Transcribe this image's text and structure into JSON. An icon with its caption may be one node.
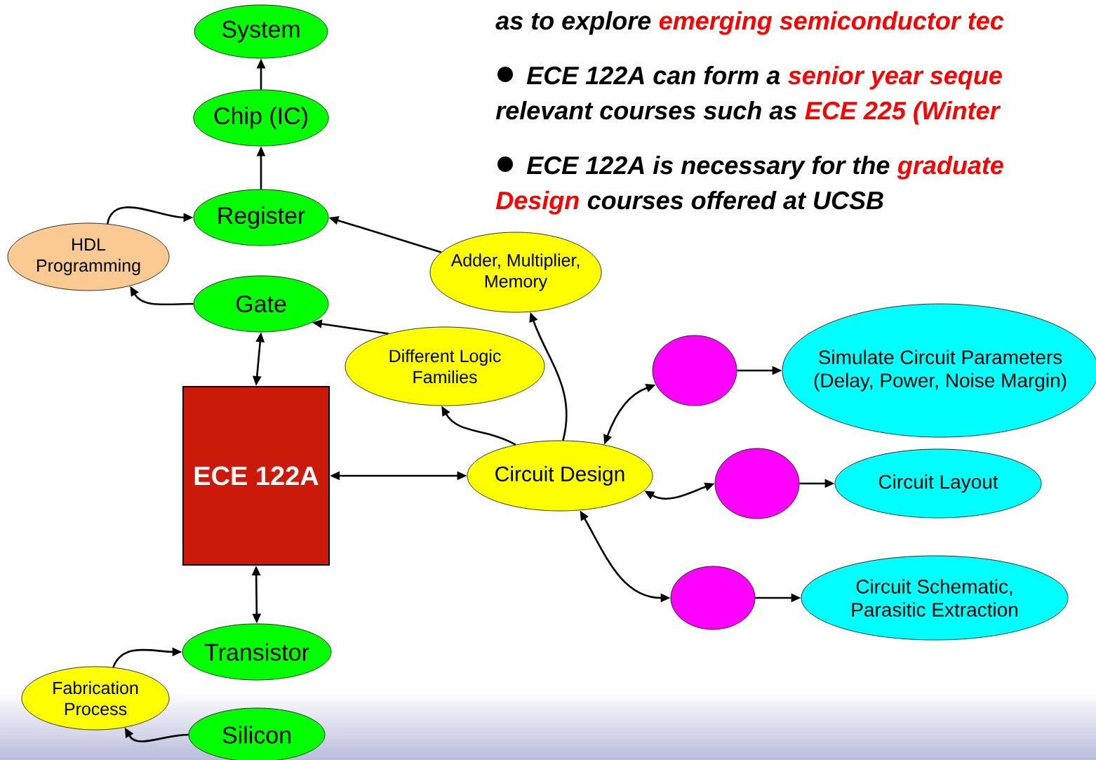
{
  "diagram": {
    "nodes": [
      {
        "text": [
          "System"
        ]
      },
      {
        "text": [
          "Chip (IC)"
        ]
      },
      {
        "text": [
          "Register"
        ]
      },
      {
        "text": [
          "HDL Programming"
        ]
      },
      {
        "text": [
          "Gate"
        ]
      },
      {
        "text": [
          "Adder, Multiplier, Memory"
        ]
      },
      {
        "text": [
          "Different Logic Families"
        ]
      },
      {
        "text": [
          "ECE 122A"
        ]
      },
      {
        "text": [
          "Circuit Design"
        ]
      },
      {
        "text": [],
        "shape": "circle"
      },
      {
        "text": [
          "Simulate Circuit Parameters (Delay, Power, Noise Margin)"
        ]
      },
      {
        "text": [],
        "shape": "circle"
      },
      {
        "text": [
          "Circuit Layout"
        ]
      },
      {
        "text": [],
        "shape": "circle"
      },
      {
        "text": [
          "Circuit Schematic, Parasitic Extraction"
        ]
      },
      {
        "text": [
          "Transistor"
        ]
      },
      {
        "text": [
          "Fabrication Process"
        ]
      },
      {
        "text": [
          "Silicon"
        ]
      }
    ],
    "edges": [
      {
        "from": 1,
        "to": 0,
        "arrow": "to"
      },
      {
        "from": 2,
        "to": 1,
        "arrow": "to"
      },
      {
        "from": 3,
        "to": 2,
        "arrow": "to"
      },
      {
        "from": 4,
        "to": 3,
        "arrow": "to"
      },
      {
        "from": 5,
        "to": 2,
        "arrow": "to"
      },
      {
        "from": 6,
        "to": 4,
        "arrow": "to"
      },
      {
        "from": 4,
        "to": 7,
        "arrow": "both"
      },
      {
        "from": 7,
        "to": 15,
        "arrow": "both"
      },
      {
        "from": 7,
        "to": 8,
        "arrow": "both"
      },
      {
        "from": 8,
        "to": 6,
        "arrow": "to"
      },
      {
        "from": 8,
        "to": 5,
        "arrow": "to"
      },
      {
        "from": 8,
        "to": 9,
        "arrow": "both"
      },
      {
        "from": 8,
        "to": 11,
        "arrow": "both"
      },
      {
        "from": 8,
        "to": 13,
        "arrow": "both"
      },
      {
        "from": 9,
        "to": 10,
        "arrow": "to"
      },
      {
        "from": 11,
        "to": 12,
        "arrow": "to"
      },
      {
        "from": 13,
        "to": 14,
        "arrow": "to"
      },
      {
        "from": 16,
        "to": 15,
        "arrow": "to"
      },
      {
        "from": 17,
        "to": 16,
        "arrow": "to"
      }
    ],
    "labels": [
      "as to explore",
      "emerging semiconductor tec",
      "ECE 122A can form a",
      "senior year seque",
      "relevant courses such as",
      "ECE 225 (Winter",
      "ECE 122A is necessary for the",
      "graduate",
      "Design",
      "courses offered at UCSB"
    ]
  }
}
